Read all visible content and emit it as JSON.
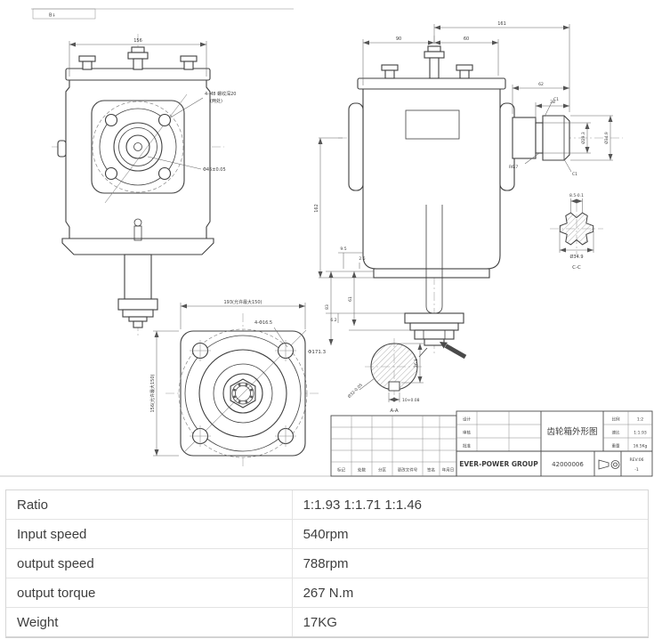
{
  "drawing": {
    "zone_marker": "B↓",
    "dims": {
      "front_width": "156",
      "front_thread1": "4-M8 螺纹深20",
      "front_thread2": "(两处)",
      "front_bore": "Φ45±0.05",
      "side_90": "90",
      "side_60": "60",
      "side_161": "161",
      "shaft_62": "62",
      "shaft_38": "38",
      "chamfer1": "C1",
      "chamfer2": "C1",
      "groove_r": "R6.7",
      "dia_293": "Ø29.3",
      "dia_349": "Ø34.9",
      "side_height": "162",
      "step_95": "9.5",
      "step_25": "2.5",
      "step_83": "83",
      "step_61": "61",
      "step_62": "6.2",
      "flange_w": "193(允许最大150)",
      "flange_h": "156(允许最大150)",
      "flange_holes": "4-Φ16.5",
      "bolt_circle": "Φ171.3",
      "key_dia": "Ø32-0.05",
      "key_w": "10+0.08",
      "key_depth": "26.1",
      "sec_aa": "A-A",
      "spline_w": "8.5-0.1",
      "spline_od": "Ø34.9",
      "sec_cc": "C-C"
    },
    "title_block": {
      "design": "设计",
      "check": "审核",
      "approve": "批准",
      "scale_label": "比例",
      "scale_value": "1:2",
      "ratio_label": "速比",
      "ratio_value": "1:1.93",
      "weight_label": "重量",
      "weight_value": "16.5Kg",
      "drawing_title": "齿轮箱外形图",
      "company": "EVER-POWER GROUP",
      "part_number": "42000006",
      "rev1": "REV:06",
      "rev2": "-1",
      "mark": "标记",
      "qty": "处数",
      "zone": "分区",
      "file": "更改文件号",
      "sign": "签名",
      "date": "年月日"
    }
  },
  "spec_table": {
    "rows": [
      {
        "label": "Ratio",
        "value": "1:1.93 1:1.71 1:1.46"
      },
      {
        "label": "Input speed",
        "value": "540rpm"
      },
      {
        "label": "output speed",
        "value": "788rpm"
      },
      {
        "label": "output torque",
        "value": "267 N.m"
      },
      {
        "label": "Weight",
        "value": "17KG"
      }
    ]
  }
}
